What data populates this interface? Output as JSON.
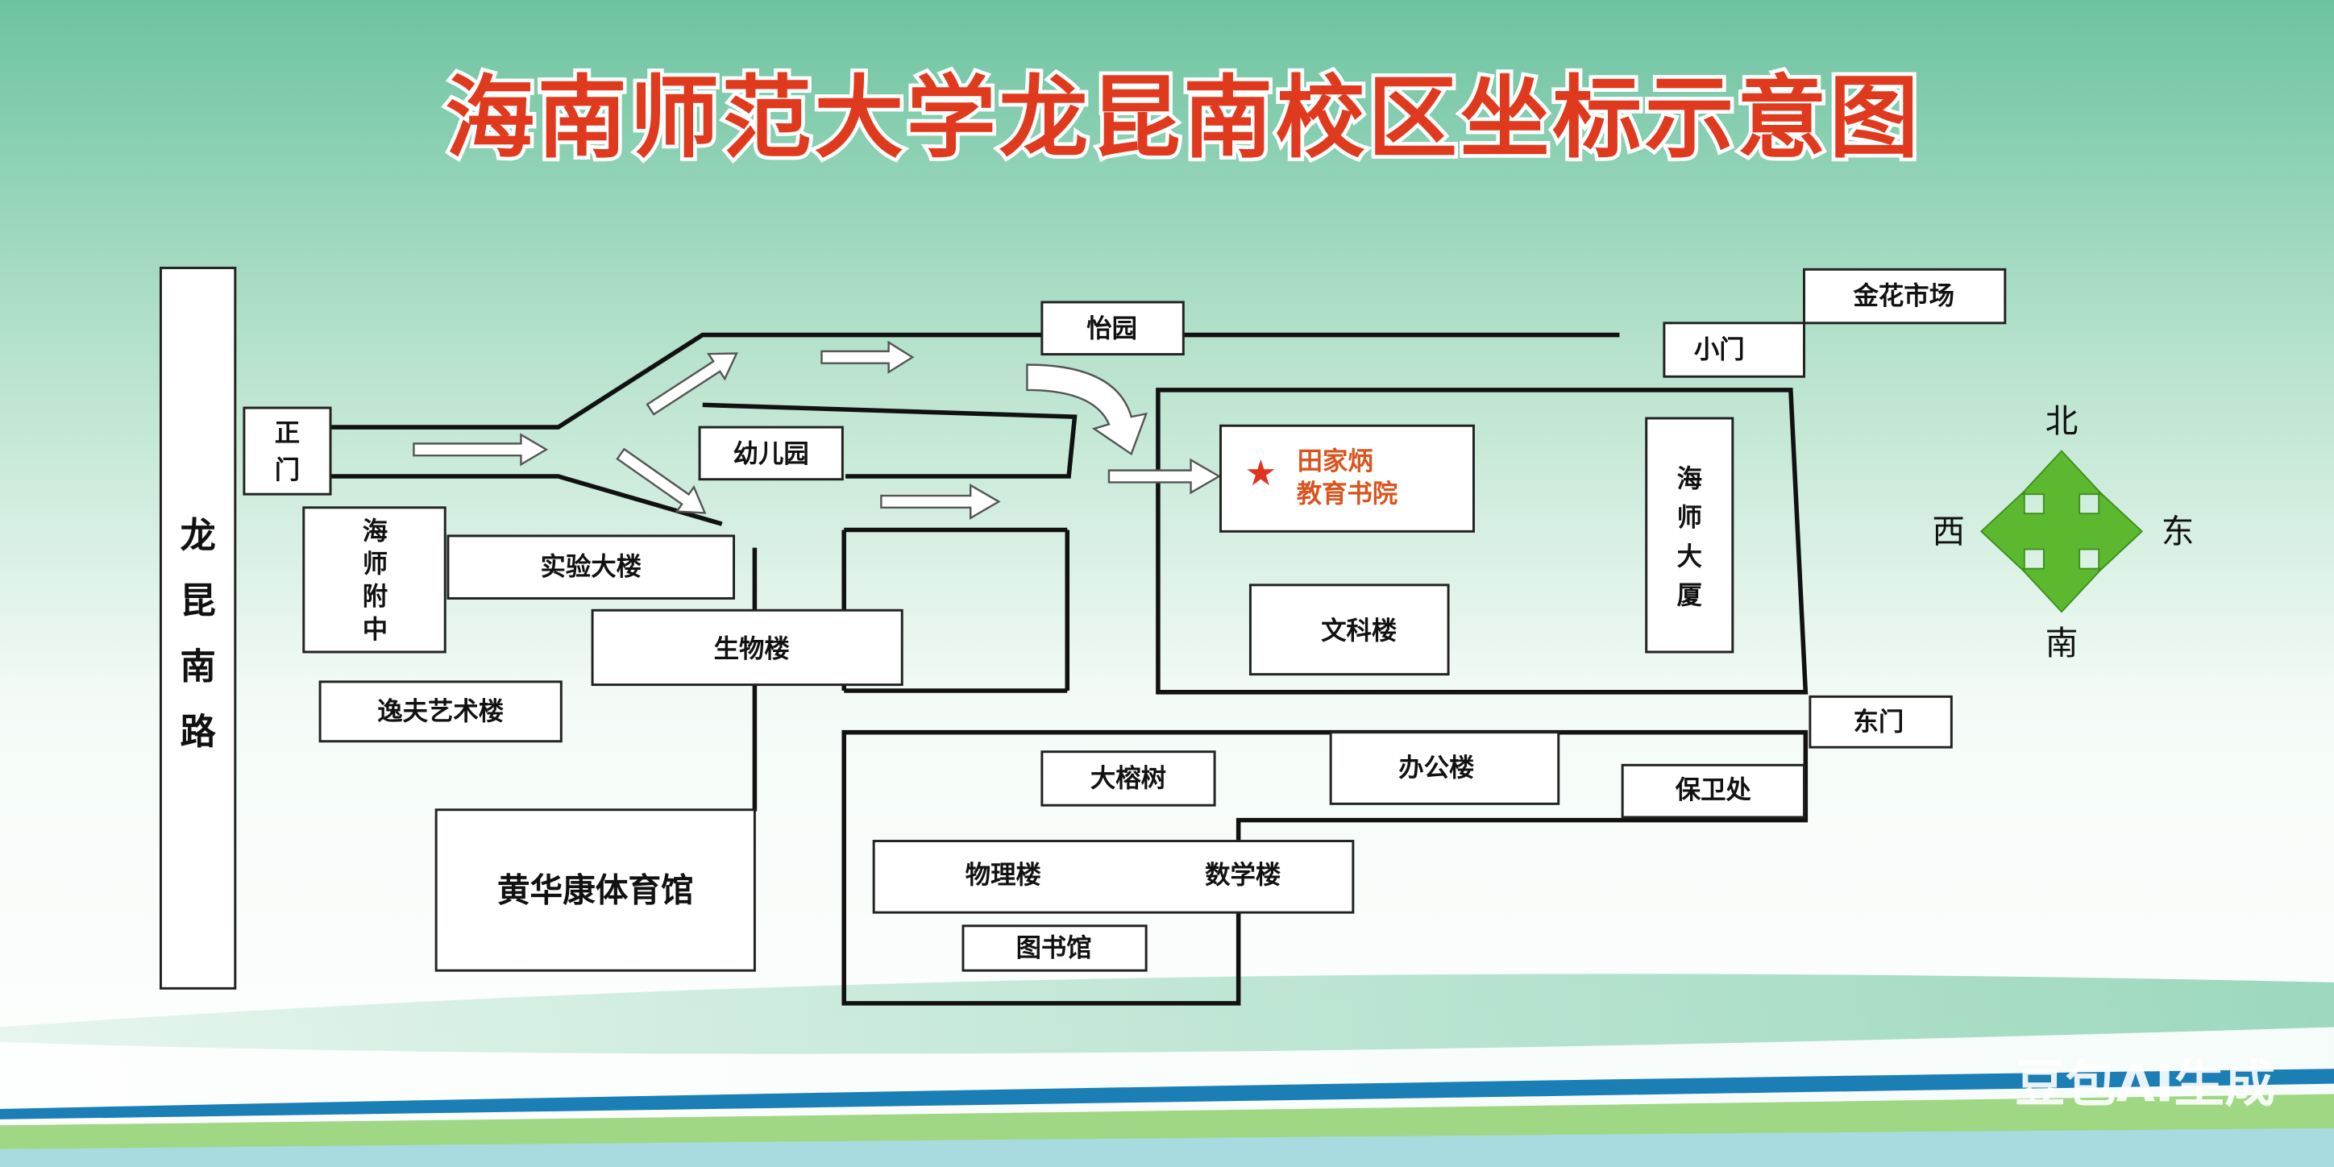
{
  "title": "海南师范大学龙昆南校区坐标示意图",
  "road": [
    "龙",
    "昆",
    "南",
    "路"
  ],
  "places": {
    "main_gate": [
      "正",
      "门"
    ],
    "yiyuan": "怡园",
    "kindergarten": "幼儿园",
    "affiliated_school": [
      "海",
      "师",
      "附",
      "中"
    ],
    "lab_building": "实验大楼",
    "biology": "生物楼",
    "yifu_art": "逸夫艺术楼",
    "gym": "黄华康体育馆",
    "tianjiabing_line1": "田家炳",
    "tianjiabing_line2": "教育书院",
    "liberal_arts": "文科楼",
    "haishi_tower": [
      "海",
      "师",
      "大",
      "厦"
    ],
    "jinhua_market": "金花市场",
    "small_gate": "小门",
    "east_gate": "东门",
    "banyan": "大榕树",
    "office": "办公楼",
    "security": "保卫处",
    "physics": "物理楼",
    "math": "数学楼",
    "library": "图书馆"
  },
  "compass": {
    "north": "北",
    "south": "南",
    "west": "西",
    "east": "东"
  },
  "watermark": "豆包AI生成",
  "colors": {
    "title": "#e03a1e",
    "highlight": "#d9541e",
    "compass": "#5cb82e",
    "bg_top": "#6cc3a0"
  }
}
